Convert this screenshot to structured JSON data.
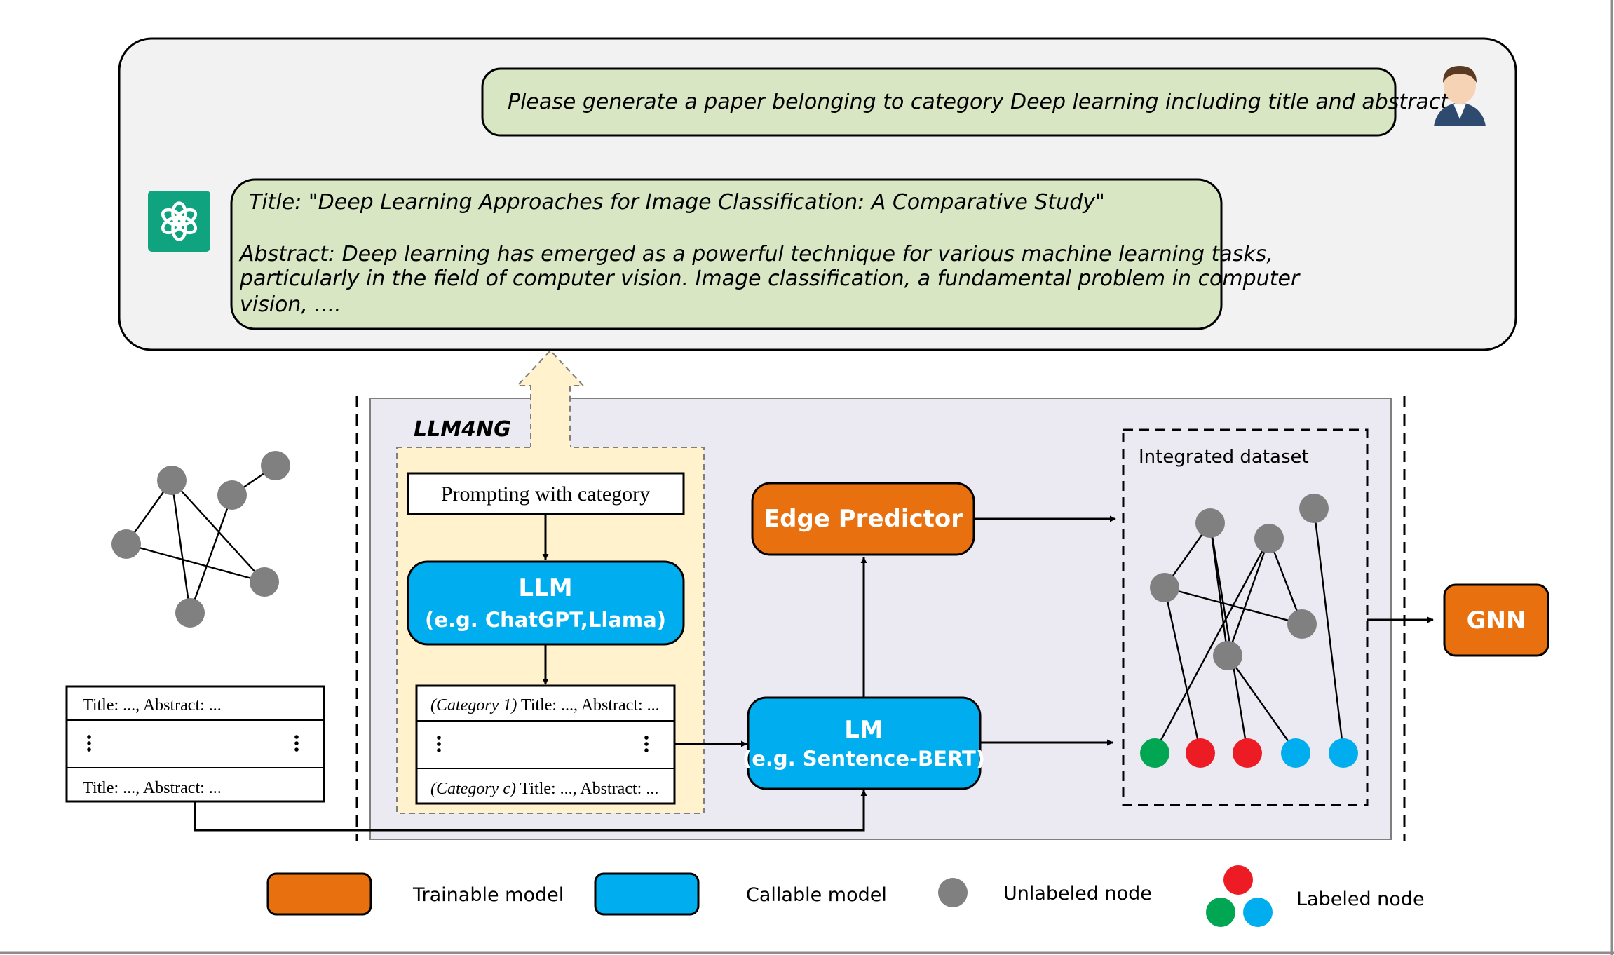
{
  "chat": {
    "user_prompt": "Please generate a paper belonging to category Deep learning including title and abstract.",
    "response_title": "Title: \"Deep Learning Approaches for Image Classification: A Comparative Study\"",
    "response_abstract_lines": [
      "Abstract: Deep learning has emerged as a powerful technique for various machine learning tasks,",
      "particularly in the field of computer vision. Image classification, a fundamental problem in computer",
      "vision, ...."
    ]
  },
  "framework": {
    "name": "LLM4NG",
    "prompt_box": "Prompting with category",
    "llm_title": "LLM",
    "llm_subtitle": "(e.g. ChatGPT,Llama)",
    "generated": {
      "row1_italic": "(Category 1)",
      "row1_rest": " Title: ..., Abstract: ...",
      "row2_italic": "(Category c)",
      "row2_rest": " Title: ..., Abstract: ..."
    },
    "edge_predictor": "Edge Predictor",
    "lm_title": "LM",
    "lm_subtitle": "(e.g. Sentence-BERT)",
    "integrated_label": "Integrated dataset"
  },
  "original_data": {
    "row1": "Title: ..., Abstract: ...",
    "row2": "Title: ..., Abstract: ..."
  },
  "gnn_label": "GNN",
  "legend": {
    "trainable": "Trainable model",
    "callable": "Callable model",
    "unlabeled": "Unlabeled node",
    "labeled": "Labeled node"
  },
  "colors": {
    "trainable": "#e8700e",
    "callable": "#00aeef",
    "unlabeled": "#808080",
    "label_green": "#00a651",
    "label_red": "#ed1c24",
    "label_blue": "#00aeef",
    "chat_bubble": "#d9e6c4",
    "chat_panel": "#f2f2f2",
    "framework_bg": "#ebe9f1",
    "llm_panel": "#fff2cc",
    "openai": "#10a37f"
  }
}
